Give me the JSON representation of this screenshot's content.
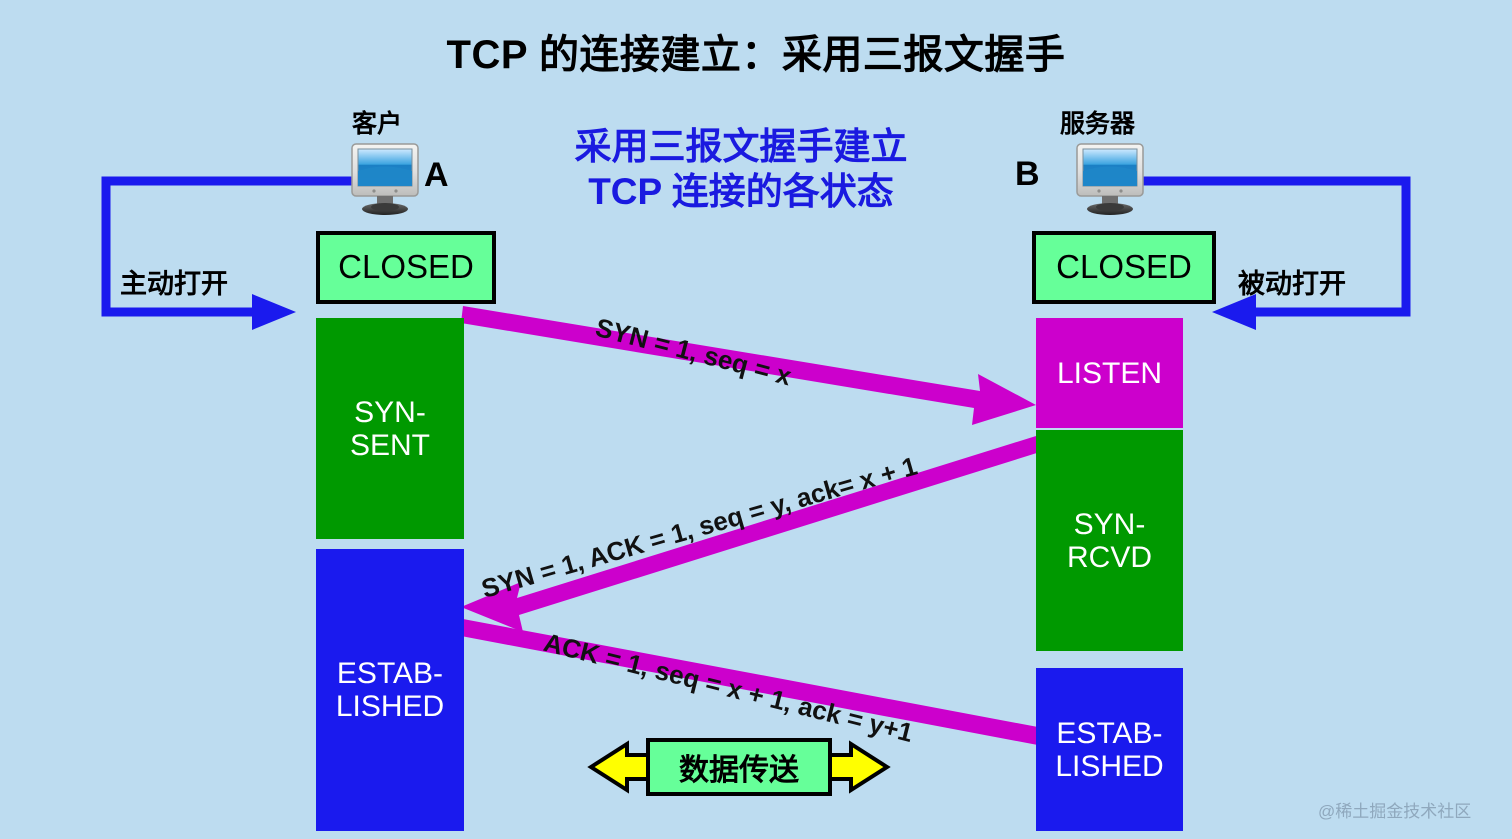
{
  "page": {
    "title": "TCP 的连接建立：采用三报文握手",
    "background_color": "#bddcf0",
    "watermark": "@稀土掘金技术社区"
  },
  "annotation": {
    "line1": "采用三报文握手建立",
    "line2": "TCP 连接的各状态",
    "color": "#1a1ae0"
  },
  "endpoints": {
    "client": {
      "caption": "客户",
      "letter": "A",
      "open_label": "主动打开",
      "icon": "desktop-monitor-icon"
    },
    "server": {
      "caption": "服务器",
      "letter": "B",
      "open_label": "被动打开",
      "icon": "desktop-monitor-icon"
    }
  },
  "states": {
    "client": [
      {
        "label": "CLOSED",
        "color": "#66ff99",
        "text_color": "#000000"
      },
      {
        "label": "SYN-\nSENT",
        "line1": "SYN-",
        "line2": "SENT",
        "color": "#009900",
        "text_color": "#ffffff"
      },
      {
        "label": "ESTAB-\nLISHED",
        "line1": "ESTAB-",
        "line2": "LISHED",
        "color": "#1a1aee",
        "text_color": "#ffffff"
      }
    ],
    "server": [
      {
        "label": "CLOSED",
        "color": "#66ff99",
        "text_color": "#000000"
      },
      {
        "label": "LISTEN",
        "color": "#cc00cc",
        "text_color": "#ffffff"
      },
      {
        "label": "SYN-\nRCVD",
        "line1": "SYN-",
        "line2": "RCVD",
        "color": "#009900",
        "text_color": "#ffffff"
      },
      {
        "label": "ESTAB-\nLISHED",
        "line1": "ESTAB-",
        "line2": "LISHED",
        "color": "#1a1aee",
        "text_color": "#ffffff"
      }
    ]
  },
  "segments": [
    {
      "index": 1,
      "label": "SYN = 1, seq = x",
      "direction": "client-to-server",
      "color": "#cc00cc"
    },
    {
      "index": 2,
      "label": "SYN = 1, ACK = 1, seq = y, ack= x + 1",
      "direction": "server-to-client",
      "color": "#cc00cc"
    },
    {
      "index": 3,
      "label": "ACK = 1, seq = x + 1, ack = y+1",
      "direction": "client-to-server",
      "color": "#cc00cc"
    }
  ],
  "data_transfer": {
    "label": "数据传送",
    "box_color": "#66ff99",
    "arrow_color": "#ffff00"
  },
  "open_arrows": {
    "color": "#1a1aee"
  }
}
